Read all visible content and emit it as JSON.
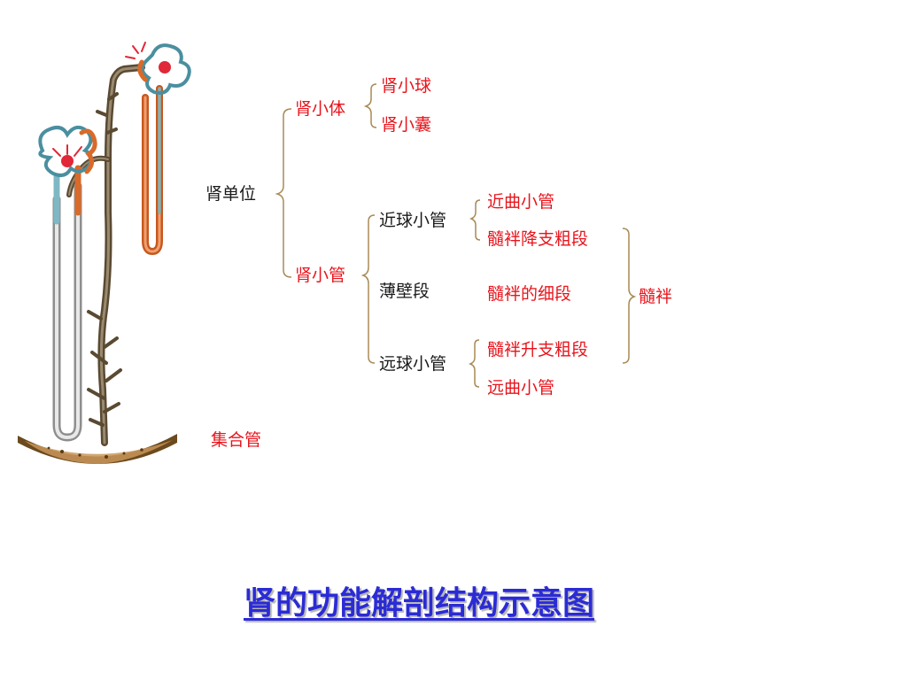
{
  "labels": {
    "nephron": "肾单位",
    "renal_corpuscle": "肾小体",
    "glomerulus": "肾小球",
    "bowman_capsule": "肾小囊",
    "renal_tubule": "肾小管",
    "proximal_tubule": "近球小管",
    "proximal_convoluted": "近曲小管",
    "loop_descending_thick": "髓袢降支粗段",
    "thin_segment": "薄壁段",
    "loop_thin": "髓袢的细段",
    "distal_tubule": "远球小管",
    "loop_ascending_thick": "髓袢升支粗段",
    "distal_convoluted": "远曲小管",
    "loop_of_henle": "髓袢",
    "collecting_duct": "集合管"
  },
  "title": "肾的功能解剖结构示意图",
  "colors": {
    "black_text": "#1a1a1a",
    "red_text": "#e8141c",
    "title_blue": "#2b2bd6",
    "bracket": "#a98a55"
  }
}
